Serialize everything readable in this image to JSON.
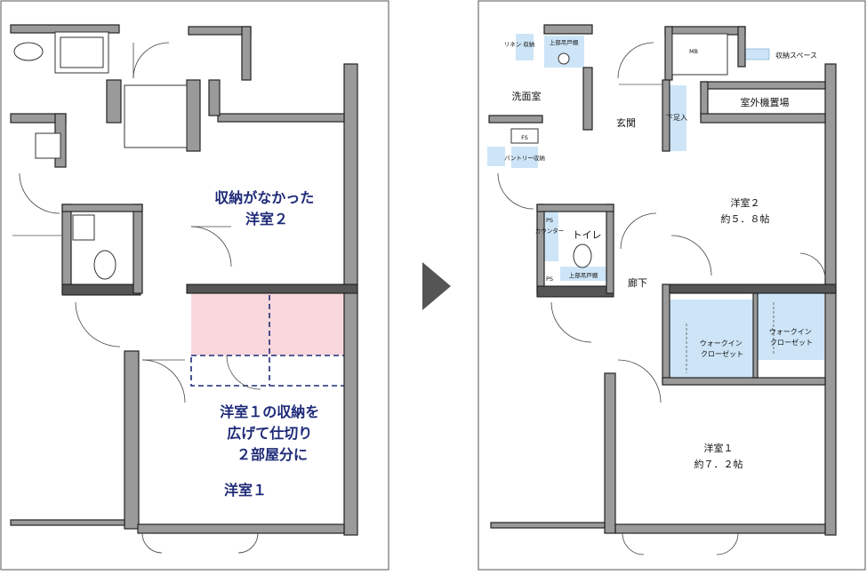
{
  "left_plan": {
    "callout_wardrobe": [
      "収納がなかった",
      "洋室２"
    ],
    "callout_expand": [
      "洋室１の収納を",
      "広げて仕切り",
      "２部屋分に"
    ],
    "room1_label": "洋室１"
  },
  "arrow": {
    "shape": "right-pointing triangle"
  },
  "right_plan": {
    "legend_label": "収納スペース",
    "washroom": "洗面室",
    "linen_storage": "リネン\n収納",
    "top_cabinet": "上部吊戸棚",
    "fs_label": "FS",
    "pantry_storage": "パントリー収納",
    "entrance": "玄関",
    "shoe_storage": "下足入",
    "outdoor_unit": "室外機置場",
    "mb_label": "MB",
    "toilet": "トイレ",
    "counter": "カウンター",
    "toilet_cabinet": "上部吊戸棚",
    "ps_label_1": "PS",
    "ps_label_2": "PS",
    "hallway": "廊下",
    "room2_name": "洋室２",
    "room2_size": "約５．８帖",
    "walkin_left": [
      "ウォークイン",
      "クローゼット"
    ],
    "walkin_right": [
      "ウォークイン",
      "クローゼット"
    ],
    "room1_name": "洋室１",
    "room1_size": "約７．２帖"
  },
  "colors": {
    "storage_blue": "#cde5f7",
    "highlight_pink": "#f8d7dc",
    "callout_navy": "#1e2a78",
    "arrow_gray": "#555555"
  }
}
